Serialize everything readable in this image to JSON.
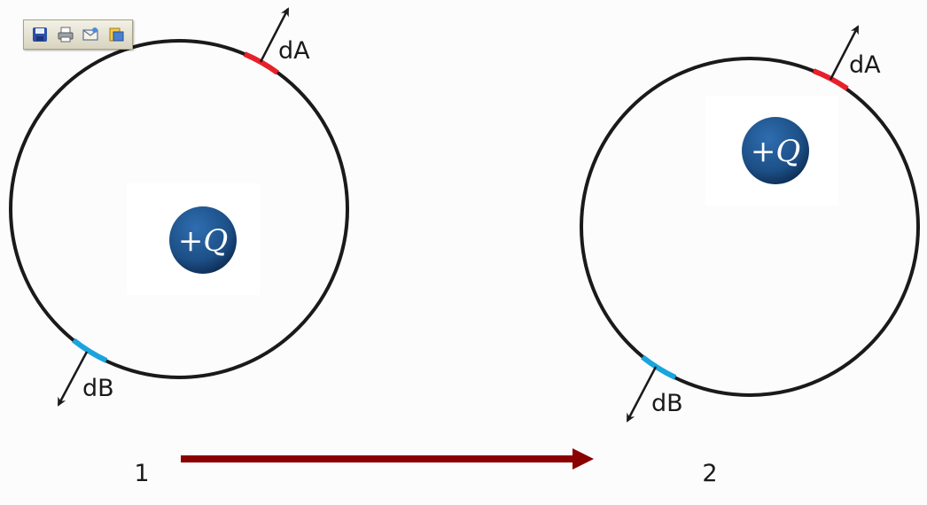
{
  "toolbar": {
    "buttons": [
      {
        "name": "save-icon",
        "title": "Save"
      },
      {
        "name": "print-icon",
        "title": "Print"
      },
      {
        "name": "email-icon",
        "title": "Email"
      },
      {
        "name": "export-icon",
        "title": "Export"
      }
    ]
  },
  "diagram": {
    "charge_sign": "+",
    "charge_symbol": "Q",
    "area_label_a": "dA",
    "area_label_b": "dB",
    "step_1": "1",
    "step_2": "2",
    "colors": {
      "background": "#fcfcfc",
      "circle": "#1a1a1a",
      "dA_segment": "#e8202a",
      "dB_segment": "#1aa4dc",
      "arrow": "#8b0000",
      "charge_fill": "#1c4f86",
      "charge_panel": "#ffffff"
    }
  }
}
